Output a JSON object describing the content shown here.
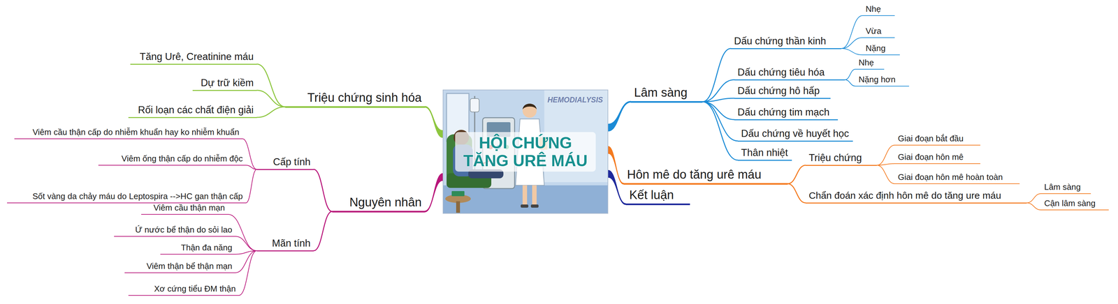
{
  "diagram": {
    "nodes": [
      {
        "text": [
          "HỘI CHỨNG TĂNG URÊ MÁU"
        ]
      },
      {
        "text": [
          "Lâm sàng"
        ]
      },
      {
        "text": [
          "Dấu chứng thần kinh"
        ]
      },
      {
        "text": [
          "Nhẹ"
        ]
      },
      {
        "text": [
          "Vừa"
        ]
      },
      {
        "text": [
          "Nặng"
        ]
      },
      {
        "text": [
          "Dấu chứng tiêu hóa"
        ]
      },
      {
        "text": [
          "Nhẹ"
        ]
      },
      {
        "text": [
          "Nặng hơn"
        ]
      },
      {
        "text": [
          "Dấu chứng hô hấp"
        ]
      },
      {
        "text": [
          "Dấu chứng tim mạch"
        ]
      },
      {
        "text": [
          "Dấu chứng về huyết học"
        ]
      },
      {
        "text": [
          "Thân nhiệt"
        ]
      },
      {
        "text": [
          "Hôn mê do tăng urê máu"
        ]
      },
      {
        "text": [
          "Triệu chứng"
        ]
      },
      {
        "text": [
          "Giai đoạn bắt đầu"
        ]
      },
      {
        "text": [
          "Giai đoạn hôn mê"
        ]
      },
      {
        "text": [
          "Giai đoạn hôn mê hoàn toàn"
        ]
      },
      {
        "text": [
          "Chẩn đoán xác định hôn mê do tăng ure máu"
        ]
      },
      {
        "text": [
          "Lâm sàng"
        ]
      },
      {
        "text": [
          "Cận lâm sàng"
        ]
      },
      {
        "text": [
          "Kết luận"
        ]
      },
      {
        "text": [
          "Triệu chứng sinh hóa"
        ]
      },
      {
        "text": [
          "Tăng Urê, Creatinine máu"
        ]
      },
      {
        "text": [
          "Dự trữ kiềm"
        ]
      },
      {
        "text": [
          "Rối loạn các chất điện giải"
        ]
      },
      {
        "text": [
          "Nguyên nhân"
        ]
      },
      {
        "text": [
          "Cấp tính"
        ]
      },
      {
        "text": [
          "Viêm cầu thận cấp do nhiễm khuẩn hay ko nhiễm khuẩn"
        ]
      },
      {
        "text": [
          "Viêm ống thận cấp do nhiễm độc"
        ]
      },
      {
        "text": [
          "Sốt vàng da chảy máu do Leptospira -->HC gan thận cấp"
        ]
      },
      {
        "text": [
          "Mãn tính"
        ]
      },
      {
        "text": [
          "Viêm cầu thận mạn"
        ]
      },
      {
        "text": [
          "Ứ nước bể thận do sỏi lao"
        ]
      },
      {
        "text": [
          "Thận đa năng"
        ]
      },
      {
        "text": [
          "Viêm thận bể thận mạn"
        ]
      },
      {
        "text": [
          "Xơ cứng tiểu ĐM thận"
        ]
      }
    ],
    "edges": [
      {
        "from": 0,
        "to": 1,
        "arrow": "none"
      },
      {
        "from": 1,
        "to": 2,
        "arrow": "none"
      },
      {
        "from": 2,
        "to": 3,
        "arrow": "none"
      },
      {
        "from": 2,
        "to": 4,
        "arrow": "none"
      },
      {
        "from": 2,
        "to": 5,
        "arrow": "none"
      },
      {
        "from": 1,
        "to": 6,
        "arrow": "none"
      },
      {
        "from": 6,
        "to": 7,
        "arrow": "none"
      },
      {
        "from": 6,
        "to": 8,
        "arrow": "none"
      },
      {
        "from": 1,
        "to": 9,
        "arrow": "none"
      },
      {
        "from": 1,
        "to": 10,
        "arrow": "none"
      },
      {
        "from": 1,
        "to": 11,
        "arrow": "none"
      },
      {
        "from": 1,
        "to": 12,
        "arrow": "none"
      },
      {
        "from": 0,
        "to": 13,
        "arrow": "none"
      },
      {
        "from": 13,
        "to": 14,
        "arrow": "none"
      },
      {
        "from": 14,
        "to": 15,
        "arrow": "none"
      },
      {
        "from": 14,
        "to": 16,
        "arrow": "none"
      },
      {
        "from": 14,
        "to": 17,
        "arrow": "none"
      },
      {
        "from": 13,
        "to": 18,
        "arrow": "none"
      },
      {
        "from": 18,
        "to": 19,
        "arrow": "none"
      },
      {
        "from": 18,
        "to": 20,
        "arrow": "none"
      },
      {
        "from": 0,
        "to": 21,
        "arrow": "none"
      },
      {
        "from": 0,
        "to": 22,
        "arrow": "none"
      },
      {
        "from": 22,
        "to": 23,
        "arrow": "none"
      },
      {
        "from": 22,
        "to": 24,
        "arrow": "none"
      },
      {
        "from": 22,
        "to": 25,
        "arrow": "none"
      },
      {
        "from": 0,
        "to": 26,
        "arrow": "none"
      },
      {
        "from": 26,
        "to": 27,
        "arrow": "none"
      },
      {
        "from": 27,
        "to": 28,
        "arrow": "none"
      },
      {
        "from": 27,
        "to": 29,
        "arrow": "none"
      },
      {
        "from": 27,
        "to": 30,
        "arrow": "none"
      },
      {
        "from": 26,
        "to": 31,
        "arrow": "none"
      },
      {
        "from": 31,
        "to": 32,
        "arrow": "none"
      },
      {
        "from": 31,
        "to": 33,
        "arrow": "none"
      },
      {
        "from": 31,
        "to": 34,
        "arrow": "none"
      },
      {
        "from": 31,
        "to": 35,
        "arrow": "none"
      },
      {
        "from": 31,
        "to": 36,
        "arrow": "none"
      }
    ],
    "labels": [
      "HEMODIALYSIS"
    ]
  }
}
